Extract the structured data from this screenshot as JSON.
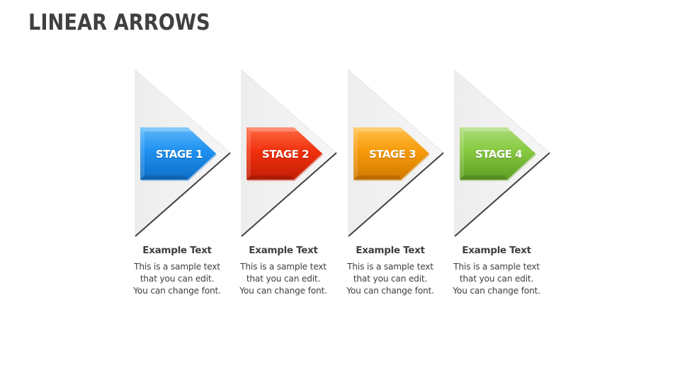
{
  "title": "LINEAR ARROWS",
  "stages": [
    {
      "label": "STAGE 1",
      "heading": "Example Text",
      "lines": [
        "This is a sample text",
        "that you can edit.",
        "You can change font."
      ],
      "color": "#1E90F0",
      "color_light": "#5CB8FA",
      "color_dark": "#0E6FC8"
    },
    {
      "label": "STAGE 2",
      "heading": "Example Text",
      "lines": [
        "This is a sample text",
        "that you can edit.",
        "You can change font."
      ],
      "color": "#F0300C",
      "color_light": "#FF6A45",
      "color_dark": "#C41E05"
    },
    {
      "label": "STAGE 3",
      "heading": "Example Text",
      "lines": [
        "This is a sample text",
        "that you can edit.",
        "You can change font."
      ],
      "color": "#F79A0A",
      "color_light": "#FFC04A",
      "color_dark": "#D27A00"
    },
    {
      "label": "STAGE 4",
      "heading": "Example Text",
      "lines": [
        "This is a sample text",
        "that you can edit.",
        "You can change font."
      ],
      "color": "#86C940",
      "color_light": "#ADDD78",
      "color_dark": "#5E9E22"
    }
  ],
  "colors": {
    "title": "#404040",
    "text": "#404040",
    "triangle_fill": "#F1F1F1",
    "triangle_edge": "#404040"
  }
}
